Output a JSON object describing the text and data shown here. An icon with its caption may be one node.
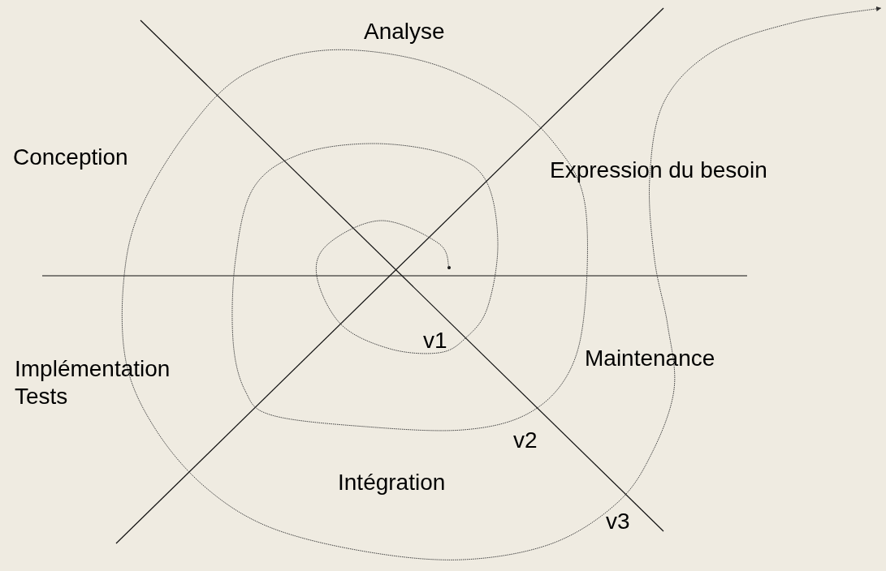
{
  "diagram": {
    "labels": [
      "Analyse",
      "Conception",
      "Expression du besoin",
      "v1",
      "Maintenance",
      "Implémentation Tests",
      "v2",
      "Intégration",
      "v3"
    ]
  }
}
